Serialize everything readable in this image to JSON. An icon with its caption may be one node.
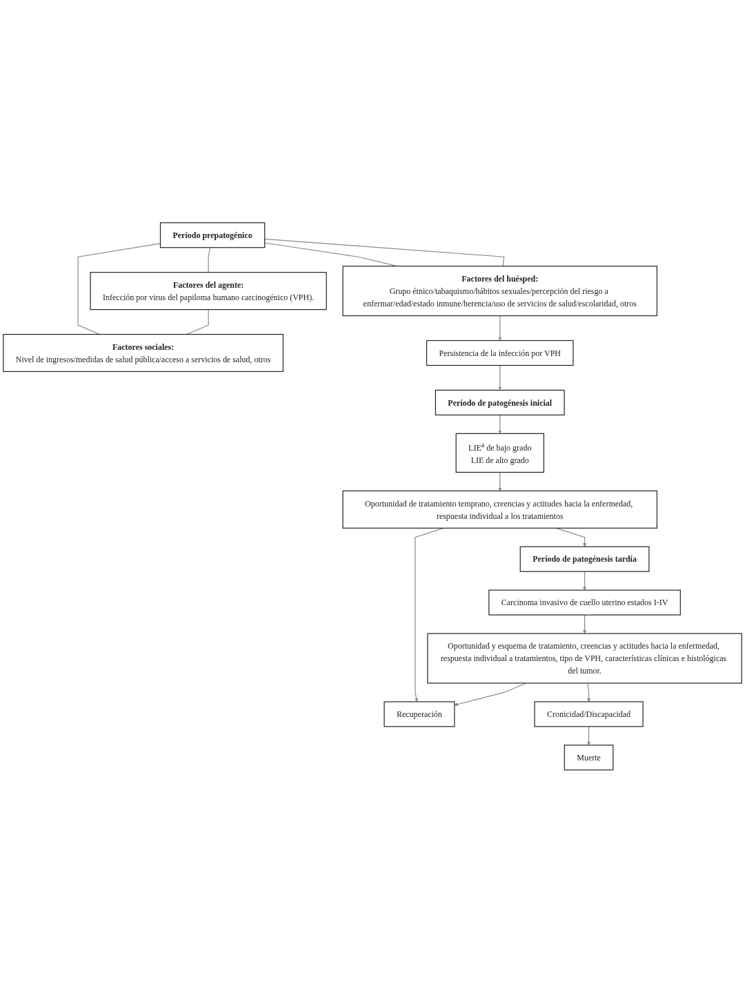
{
  "diagram": {
    "nodes": [
      {
        "text": [
          "Período prepatogénico"
        ]
      },
      {
        "text": [
          "Factores del agente:",
          "Infección por virus del papiloma humano carcinogénico (VPH)."
        ]
      },
      {
        "text": [
          "Factores sociales:",
          "Nivel de ingresos/medidas de salud pública/acceso a servicios de salud, otros"
        ]
      },
      {
        "text": [
          "Factores del huésped:",
          "Grupo étnico/tabaquismo/hábitos sexuales/percepción del riesgo a enfermar/edad/estado inmune/herencia/uso de servicios de salud/escolaridad, otros"
        ]
      },
      {
        "text": [
          "Persistencia de la infección por VPH"
        ]
      },
      {
        "text": [
          "Período de patogénesis inicial"
        ]
      },
      {
        "text": [
          "LIE$^{a}$ de bajo grado",
          "LIE de alto grado"
        ]
      },
      {
        "text": [
          "Oportunidad de tratamiento temprano, creencias y actitudes hacia la enfermedad, respuesta individual a los tratamientos"
        ]
      },
      {
        "text": [
          "Período de patogénesis tardía"
        ]
      },
      {
        "text": [
          "Recuperación"
        ]
      },
      {
        "text": [
          "Carcinoma invasivo de cuello uterino estados I-IV"
        ]
      },
      {
        "text": [
          "Oportunidad y esquema de tratamiento, creencias y actitudes hacia la enfermedad, respuesta individual a tratamientos, tipo de VPH, características clínicas e histológicas del tumor."
        ]
      },
      {
        "text": [
          "Cronicidad/Discapacidad"
        ]
      },
      {
        "text": [
          "Muerte"
        ]
      }
    ],
    "edges": [
      {
        "from": 0,
        "to": 1,
        "arrow": "none"
      },
      {
        "from": 0,
        "to": 3,
        "arrow": "none"
      },
      {
        "from": 0,
        "to": 2,
        "arrow": "none"
      },
      {
        "from": 0,
        "to": 3,
        "arrow": "none"
      },
      {
        "from": 1,
        "to": 2,
        "arrow": "none"
      },
      {
        "from": 3,
        "to": 4,
        "arrow": "to"
      },
      {
        "from": 4,
        "to": 5,
        "arrow": "to"
      },
      {
        "from": 5,
        "to": 6,
        "arrow": "to"
      },
      {
        "from": 6,
        "to": 7,
        "arrow": "to"
      },
      {
        "from": 7,
        "to": 8,
        "arrow": "to"
      },
      {
        "from": 7,
        "to": 9,
        "arrow": "to"
      },
      {
        "from": 8,
        "to": 10,
        "arrow": "to"
      },
      {
        "from": 10,
        "to": 11,
        "arrow": "to"
      },
      {
        "from": 11,
        "to": 9,
        "arrow": "to"
      },
      {
        "from": 11,
        "to": 12,
        "arrow": "to"
      },
      {
        "from": 12,
        "to": 13,
        "arrow": "to"
      }
    ]
  }
}
